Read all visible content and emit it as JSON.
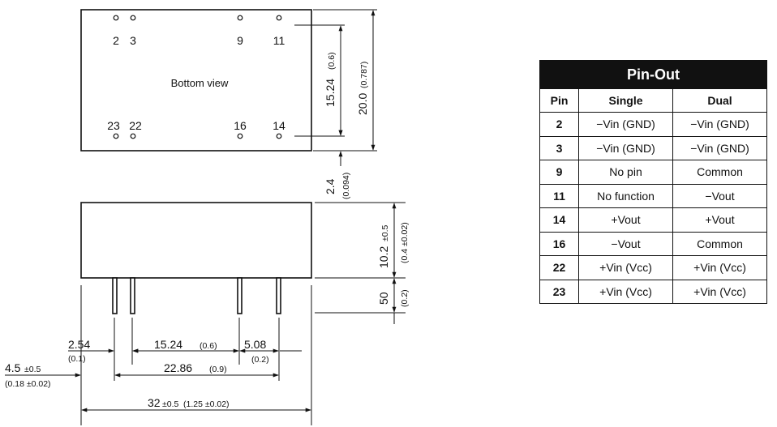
{
  "bottom_view": {
    "label": "Bottom view",
    "pins_top": [
      "2",
      "3",
      "9",
      "11"
    ],
    "pins_bottom": [
      "23",
      "22",
      "16",
      "14"
    ],
    "dim_pin_span": "15.24",
    "dim_pin_span_in": "(0.6)",
    "dim_height": "20.0",
    "dim_height_in": "(0.787)",
    "dim_offset": "2.4",
    "dim_offset_in": "(0.094)"
  },
  "side_view": {
    "dim_body": "10.2",
    "dim_body_tol": "±0.5",
    "dim_body_in": "(0.4 ±0.02)",
    "dim_pin_len": "50",
    "dim_pin_len_in": "(0.2)",
    "dim_a": "2.54",
    "dim_a_in": "(0.1)",
    "dim_b": "15.24",
    "dim_b_in": "(0.6)",
    "dim_c": "5.08",
    "dim_c_in": "(0.2)",
    "dim_d": "22.86",
    "dim_d_in": "(0.9)",
    "dim_e": "4.5",
    "dim_e_tol": "±0.5",
    "dim_e_in": "(0.18 ±0.02)",
    "dim_f": "32",
    "dim_f_tol": "±0.5",
    "dim_f_in": "(1.25 ±0.02)"
  },
  "pinout": {
    "title": "Pin-Out",
    "headers": [
      "Pin",
      "Single",
      "Dual"
    ],
    "rows": [
      [
        "2",
        "−Vin (GND)",
        "−Vin (GND)"
      ],
      [
        "3",
        "−Vin (GND)",
        "−Vin (GND)"
      ],
      [
        "9",
        "No pin",
        "Common"
      ],
      [
        "11",
        "No function",
        "−Vout"
      ],
      [
        "14",
        "+Vout",
        "+Vout"
      ],
      [
        "16",
        "−Vout",
        "Common"
      ],
      [
        "22",
        "+Vin (Vcc)",
        "+Vin (Vcc)"
      ],
      [
        "23",
        "+Vin (Vcc)",
        "+Vin (Vcc)"
      ]
    ]
  }
}
